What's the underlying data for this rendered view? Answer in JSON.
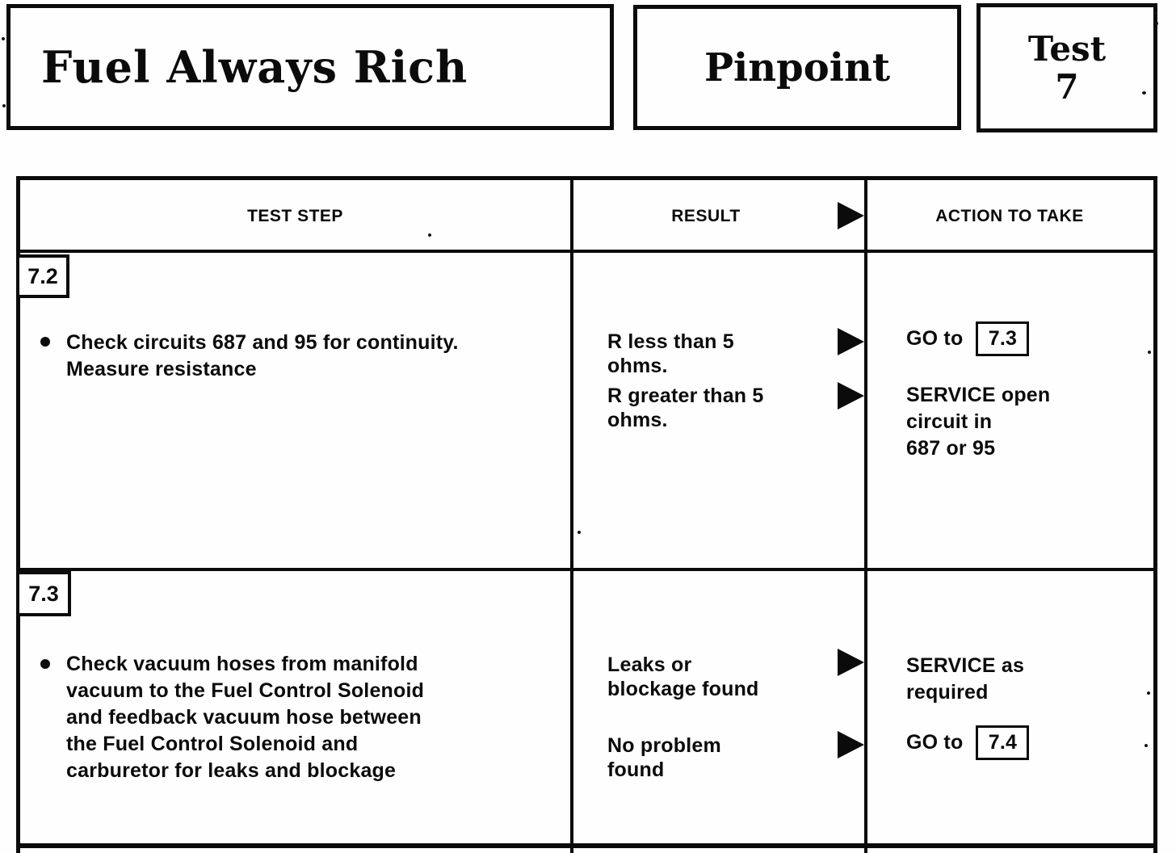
{
  "colors": {
    "ink": "#0b0b0b",
    "paper": "#fefefe"
  },
  "header": {
    "title": "Fuel Always Rich",
    "doc_type": "Pinpoint",
    "test_word": "Test",
    "test_number": "7"
  },
  "table": {
    "headers": {
      "test_step": "TEST STEP",
      "result": "RESULT",
      "action": "ACTION TO TAKE"
    },
    "rows": [
      {
        "id": "7.2",
        "step_lines": {
          "l1": "Check circuits 687 and 95 for continuity.",
          "l2": "Measure resistance"
        },
        "results": [
          {
            "lines": {
              "l1": "R less than 5",
              "l2": "ohms."
            },
            "action_pre": "GO to",
            "action_box": "7.3"
          },
          {
            "lines": {
              "l1": "R greater than 5",
              "l2": "ohms."
            },
            "action_lines": {
              "l1": "SERVICE open",
              "l2": "circuit in",
              "l3": "687 or 95"
            }
          }
        ]
      },
      {
        "id": "7.3",
        "step_lines": {
          "l1": "Check vacuum hoses from manifold",
          "l2": "vacuum to the Fuel Control Solenoid",
          "l3": "and feedback vacuum hose between",
          "l4": "the Fuel Control Solenoid and",
          "l5": "carburetor for leaks and blockage"
        },
        "results": [
          {
            "lines": {
              "l1": "Leaks or",
              "l2": "blockage found"
            },
            "action_lines": {
              "l1": "SERVICE as",
              "l2": "required"
            }
          },
          {
            "lines": {
              "l1": "No problem",
              "l2": "found"
            },
            "action_pre": "GO to",
            "action_box": "7.4"
          }
        ]
      }
    ]
  }
}
